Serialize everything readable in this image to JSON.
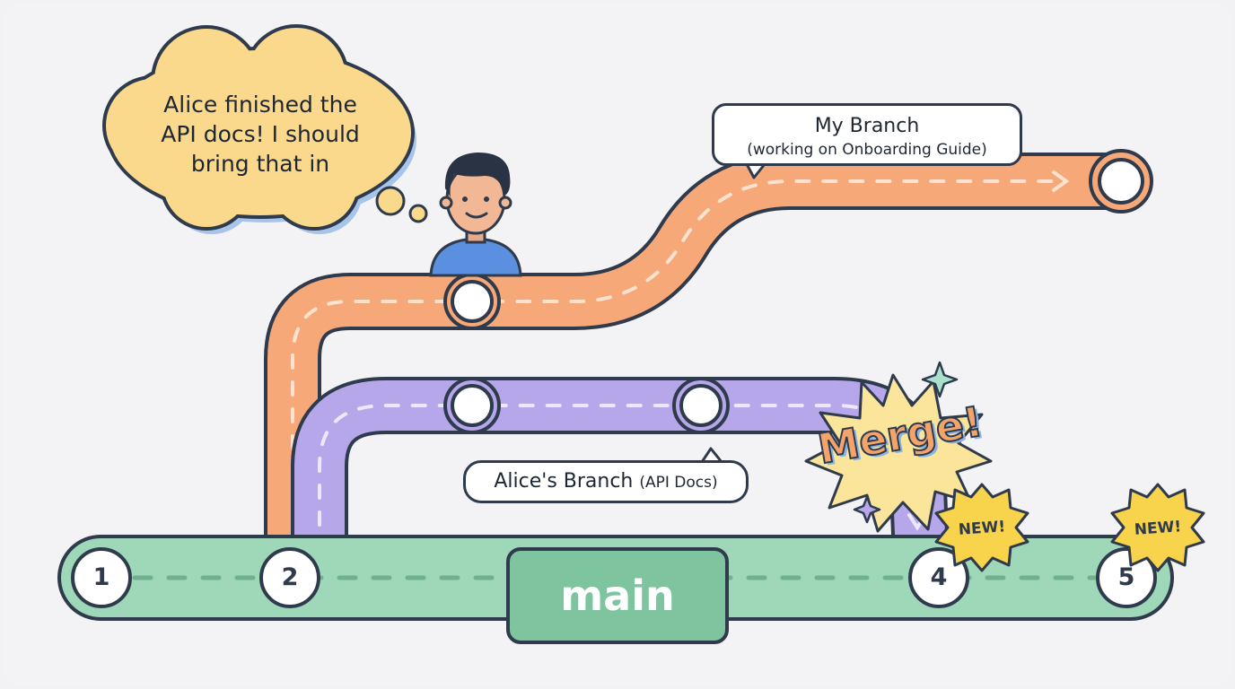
{
  "thought": {
    "lines": [
      "Alice finished the",
      "API docs! I should",
      "bring that in"
    ]
  },
  "my_branch": {
    "title": "My Branch",
    "subtitle": "(working on Onboarding Guide)"
  },
  "alice_branch": {
    "label_main": "Alice's Branch",
    "label_small": "(API Docs)"
  },
  "main_branch": {
    "label": "main"
  },
  "merge": {
    "label": "Merge!"
  },
  "commits": [
    "1",
    "2",
    "4",
    "5"
  ],
  "badges": [
    "NEW!",
    "NEW!"
  ],
  "colors": {
    "background": "#f2f2f4",
    "main_track": "#9fd8b8",
    "my_branch_track": "#f7a878",
    "alice_branch_track": "#b6a7ea",
    "thought_cloud": "#fbd98c",
    "badge": "#f8d44c",
    "outline": "#2f3b4c"
  }
}
